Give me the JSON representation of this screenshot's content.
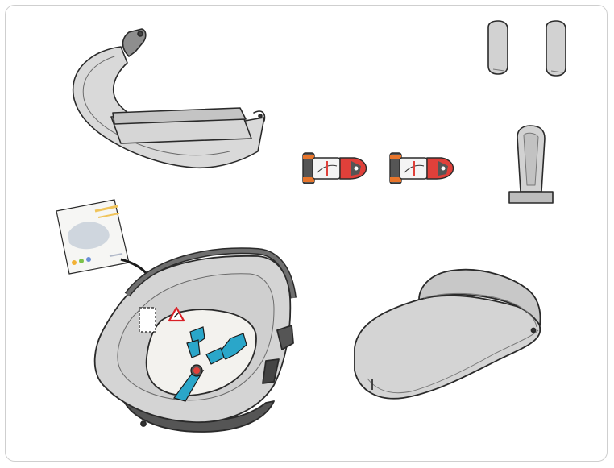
{
  "colors": {
    "frame": "#cfcfcf",
    "fabric": "#d9d9d9",
    "fabric_dark": "#b8b8b8",
    "fabric_light": "#ececec",
    "outline": "#2a2a2a",
    "strap": "#2aa6c9",
    "buckle_red": "#e0403a",
    "insert": "#f3f2ee",
    "clip_orange": "#e8752b",
    "clip_dark": "#555555",
    "warning": "#d91f26"
  },
  "parts": [
    {
      "id": "carry-handle",
      "icon": "carry-handle-icon"
    },
    {
      "id": "shoulder-pads",
      "icon": "shoulder-pad-icon",
      "count": 2
    },
    {
      "id": "adapter-clips",
      "icon": "adapter-clip-icon",
      "count": 2
    },
    {
      "id": "crotch-pad",
      "icon": "crotch-pad-icon"
    },
    {
      "id": "instruction-manual",
      "icon": "manual-icon"
    },
    {
      "id": "carrycot-body",
      "icon": "carrycot-icon"
    },
    {
      "id": "apron-cover",
      "icon": "apron-icon"
    }
  ]
}
